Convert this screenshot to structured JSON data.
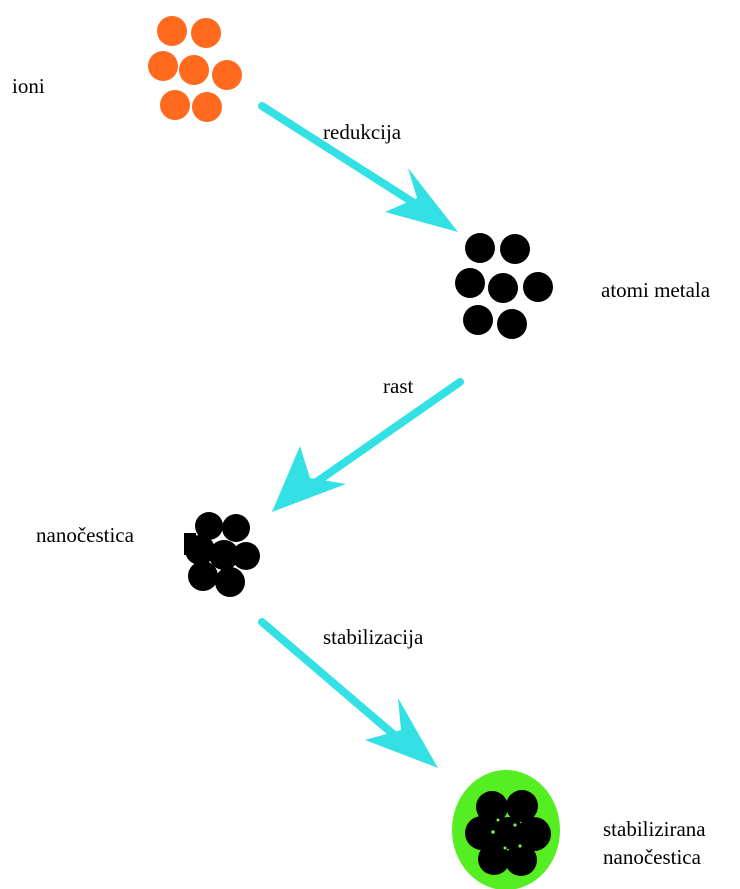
{
  "stages": {
    "ions": {
      "label": "ioni"
    },
    "metal_atoms": {
      "label": "atomi metala"
    },
    "nanoparticle": {
      "label": "nanočestica"
    },
    "stabilized": {
      "line1": "stabilizirana",
      "line2": "nanočestica"
    }
  },
  "steps": {
    "reduction": {
      "label": "redukcija"
    },
    "growth": {
      "label": "rast"
    },
    "stabilization": {
      "label": "stabilizacija"
    }
  },
  "colors": {
    "ion": "#ff6a1f",
    "atom": "#000000",
    "arrow": "#33e0e4",
    "shell": "#55ee22",
    "shell_dots": "#7cf03a"
  }
}
